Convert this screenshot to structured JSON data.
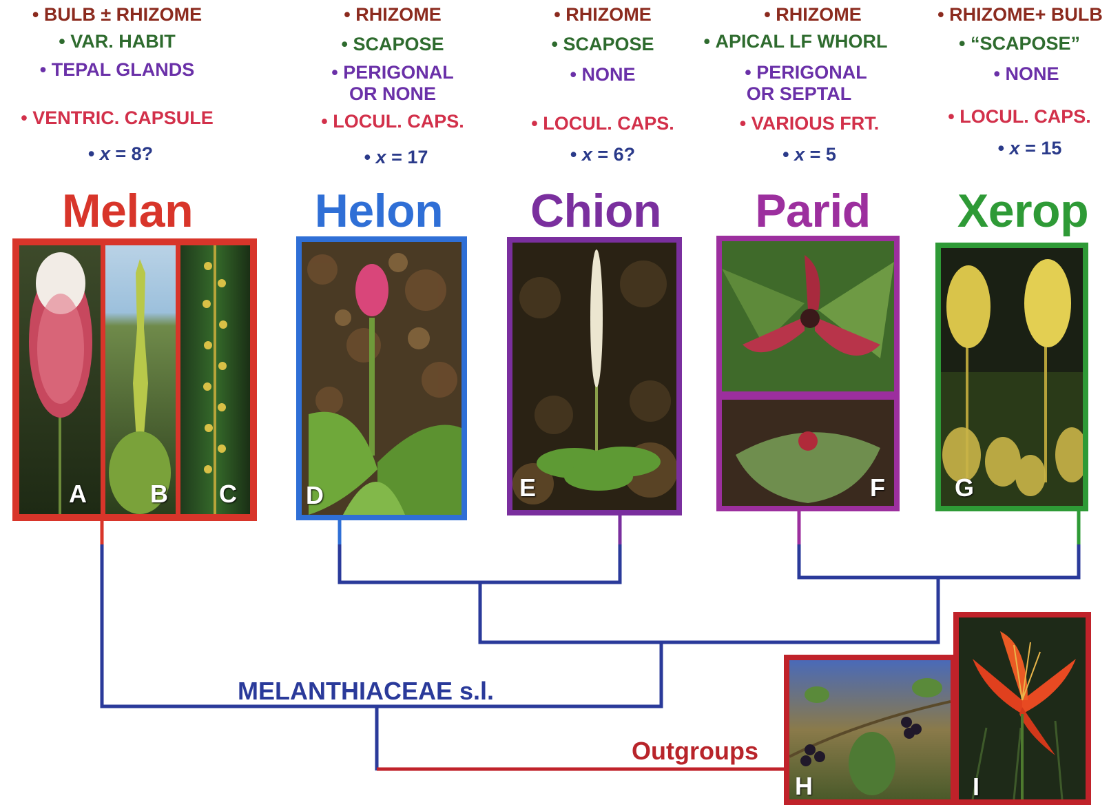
{
  "colors": {
    "melan": "#d8352a",
    "helon": "#2f6fd6",
    "chion": "#7a2f9e",
    "parid": "#9c2f9e",
    "xerop": "#2e9a36",
    "tree": "#2a3a9a",
    "outgroup": "#c0222a",
    "trait_habit": "#8b2a1e",
    "trait_stem": "#2e6b2e",
    "trait_gland": "#6a30a8",
    "trait_fruit": "#d2304a",
    "trait_chrom": "#2a3a8a"
  },
  "clades": [
    {
      "name": "Melan",
      "traits": [
        "BULB ± RHIZOME",
        "VAR. HABIT",
        "TEPAL GLANDS",
        "",
        "VENTRIC. CAPSULE"
      ],
      "chrom_prefix": "x",
      "chrom_value": "= 8?",
      "photo_labels": [
        "A",
        "B",
        "C"
      ]
    },
    {
      "name": "Helon",
      "traits": [
        "RHIZOME",
        "SCAPOSE",
        "PERIGONAL",
        "OR NONE",
        "LOCUL. CAPS."
      ],
      "chrom_prefix": "x",
      "chrom_value": "= 17",
      "photo_labels": [
        "D"
      ]
    },
    {
      "name": "Chion",
      "traits": [
        "RHIZOME",
        "SCAPOSE",
        "NONE",
        "",
        "LOCUL. CAPS."
      ],
      "chrom_prefix": "x",
      "chrom_value": "= 6?",
      "photo_labels": [
        "E"
      ]
    },
    {
      "name": "Parid",
      "traits": [
        "RHIZOME",
        "APICAL LF WHORL",
        "PERIGONAL",
        "OR SEPTAL",
        "VARIOUS FRT."
      ],
      "chrom_prefix": "x",
      "chrom_value": "= 5",
      "photo_labels": [
        "F"
      ]
    },
    {
      "name": "Xerop",
      "traits": [
        "RHIZOME+ BULB",
        "“SCAPOSE”",
        "NONE",
        "",
        "LOCUL. CAPS."
      ],
      "chrom_prefix": "x",
      "chrom_value": "= 15",
      "photo_labels": [
        "G"
      ]
    }
  ],
  "family_label": "MELANTHIACEAE s.l.",
  "outgroups": {
    "label": "Outgroups",
    "photo_labels": [
      "H",
      "I"
    ]
  }
}
